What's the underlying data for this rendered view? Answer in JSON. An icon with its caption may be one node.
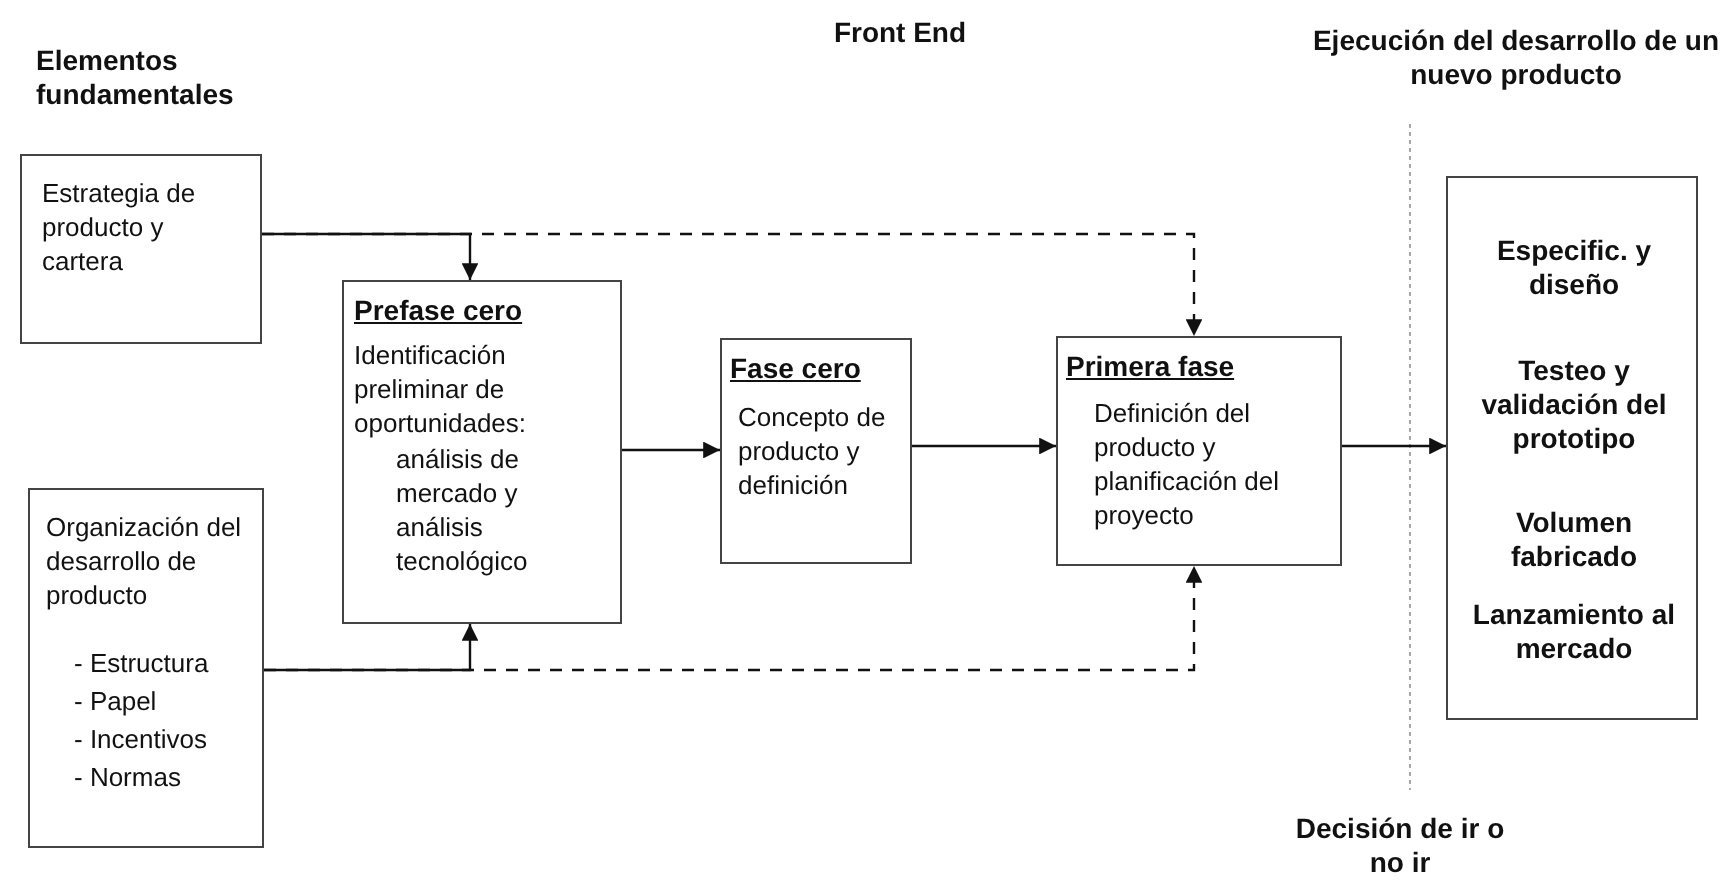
{
  "diagram": {
    "nodes": [
      {
        "text": [
          "Estrategia de producto y cartera"
        ]
      },
      {
        "text": [
          "Organización del desarrollo de producto",
          "- Estructura",
          "- Papel",
          "- Incentivos",
          "- Normas"
        ]
      },
      {
        "text": [
          "Prefase cero",
          "Identificación preliminar de oportunidades:",
          "análisis de mercado y análisis tecnológico"
        ]
      },
      {
        "text": [
          "Fase cero",
          "Concepto de producto y definición"
        ]
      },
      {
        "text": [
          "Primera fase",
          "Definición del producto y planificación del proyecto"
        ]
      },
      {
        "text": [
          "Especific. y diseño",
          "Testeo y validación del prototipo",
          "Volumen fabricado",
          "Lanzamiento al mercado"
        ]
      }
    ],
    "edges": [
      {
        "from": 0,
        "to": 2,
        "arrow": "to"
      },
      {
        "from": 0,
        "to": 4,
        "arrow": "to",
        "style": "dashed"
      },
      {
        "from": 1,
        "to": 2,
        "arrow": "to"
      },
      {
        "from": 1,
        "to": 4,
        "arrow": "to",
        "style": "dashed"
      },
      {
        "from": 2,
        "to": 3,
        "arrow": "to"
      },
      {
        "from": 3,
        "to": 4,
        "arrow": "to"
      },
      {
        "from": 4,
        "to": 5,
        "arrow": "to"
      }
    ],
    "labels": [
      "Elementos fundamentales",
      "Front End",
      "Ejecución del desarrollo de un nuevo producto",
      "Decisión de ir o no ir"
    ]
  }
}
